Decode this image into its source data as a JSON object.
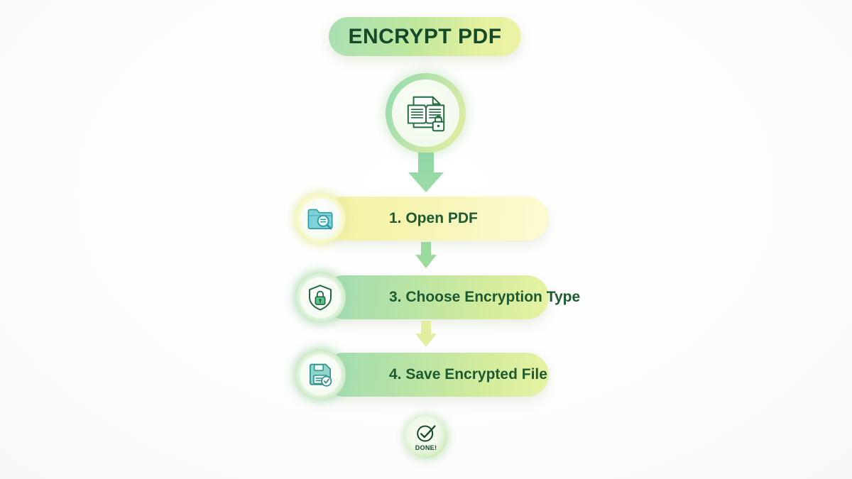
{
  "header": {
    "title": "ENCRYPT PDF"
  },
  "hero": {
    "icon": "document-book-lock-icon"
  },
  "steps": [
    {
      "label": "1. Open PDF",
      "icon": "folder-search-icon",
      "bar_style": "yellow",
      "circle_style": "yellow"
    },
    {
      "label": "3. Choose Encryption Type",
      "icon": "shield-lock-icon",
      "bar_style": "green",
      "circle_style": "green"
    },
    {
      "label": "4. Save Encrypted File",
      "icon": "floppy-save-check-icon",
      "bar_style": "green",
      "circle_style": "green"
    }
  ],
  "connectors": [
    {
      "name": "arrow-hero-to-step1",
      "color": "#86d39a"
    },
    {
      "name": "arrow-step1-to-step2",
      "color": "#9ada9a"
    },
    {
      "name": "arrow-step2-to-step3",
      "color": "#e2ed9e"
    }
  ],
  "footer": {
    "label": "DONE!",
    "icon": "check-circle-icon"
  },
  "colors": {
    "text_dark_green": "#14492a",
    "label_green": "#1c5b32",
    "icon_teal": "#4bb3b8",
    "icon_green": "#1f6b3c",
    "background": "#ffffff"
  }
}
